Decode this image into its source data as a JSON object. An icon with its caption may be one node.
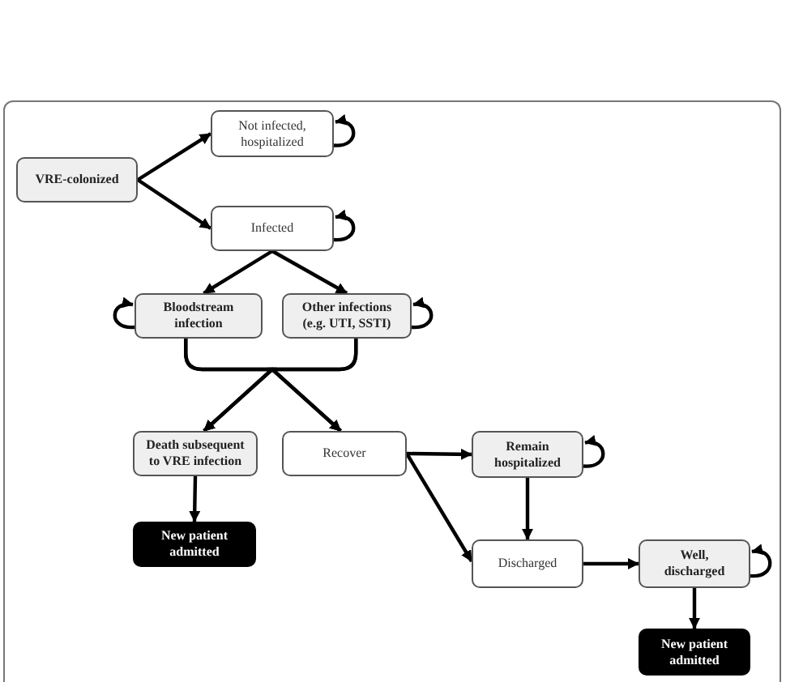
{
  "diagram": {
    "nodes": [
      {
        "text": [
          "VRE-colonized"
        ]
      },
      {
        "text": [
          "Not infected, hospitalized"
        ]
      },
      {
        "text": [
          "Infected"
        ]
      },
      {
        "text": [
          "Bloodstream infection"
        ]
      },
      {
        "text": [
          "Other infections (e.g. UTI, SSTI)"
        ]
      },
      {
        "text": [
          "Death subsequent to VRE infection"
        ]
      },
      {
        "text": [
          "Recover"
        ]
      },
      {
        "text": [
          "New patient admitted"
        ]
      },
      {
        "text": [
          "Remain hospitalized"
        ]
      },
      {
        "text": [
          "Discharged"
        ]
      },
      {
        "text": [
          "Well, discharged"
        ]
      },
      {
        "text": [
          "New patient admitted"
        ]
      }
    ],
    "edges": [
      {
        "from": 0,
        "to": 1,
        "arrow": "to"
      },
      {
        "from": 0,
        "to": 2,
        "arrow": "to"
      },
      {
        "from": 1,
        "to": 1,
        "arrow": "to"
      },
      {
        "from": 2,
        "to": 2,
        "arrow": "to"
      },
      {
        "from": 2,
        "to": 3,
        "arrow": "to"
      },
      {
        "from": 2,
        "to": 4,
        "arrow": "to"
      },
      {
        "from": 3,
        "to": 3,
        "arrow": "to"
      },
      {
        "from": 4,
        "to": 4,
        "arrow": "to"
      },
      {
        "from": 3,
        "to": 5,
        "arrow": "to"
      },
      {
        "from": 3,
        "to": 6,
        "arrow": "to"
      },
      {
        "from": 4,
        "to": 5,
        "arrow": "to"
      },
      {
        "from": 4,
        "to": 6,
        "arrow": "to"
      },
      {
        "from": 5,
        "to": 7,
        "arrow": "to"
      },
      {
        "from": 6,
        "to": 8,
        "arrow": "to"
      },
      {
        "from": 6,
        "to": 9,
        "arrow": "to"
      },
      {
        "from": 8,
        "to": 9,
        "arrow": "to"
      },
      {
        "from": 8,
        "to": 8,
        "arrow": "to"
      },
      {
        "from": 9,
        "to": 10,
        "arrow": "to"
      },
      {
        "from": 10,
        "to": 10,
        "arrow": "to"
      },
      {
        "from": 10,
        "to": 11,
        "arrow": "to"
      }
    ]
  }
}
